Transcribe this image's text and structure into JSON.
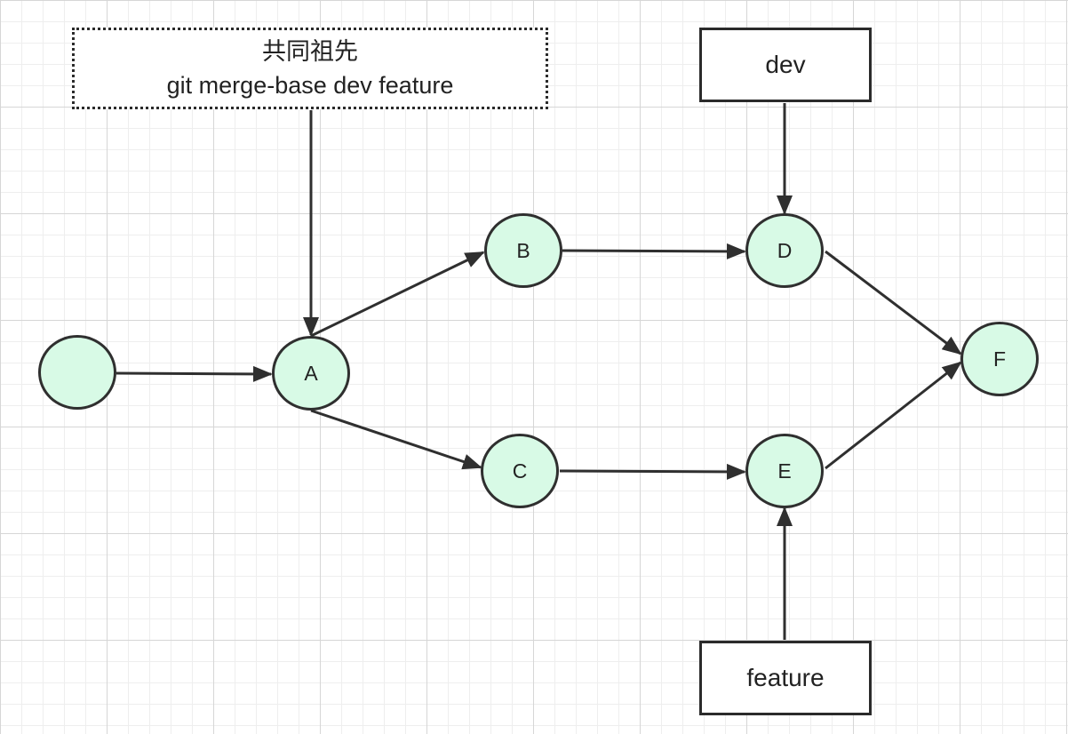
{
  "note": {
    "title": "共同祖先",
    "command": "git merge-base dev feature"
  },
  "branches": {
    "dev": "dev",
    "feature": "feature"
  },
  "commits": {
    "root": "",
    "a": "A",
    "b": "B",
    "c": "C",
    "d": "D",
    "e": "E",
    "f": "F"
  },
  "colors": {
    "node_fill": "#d8fae6",
    "stroke": "#2f2f2f",
    "grid": "#e6e6e6"
  }
}
